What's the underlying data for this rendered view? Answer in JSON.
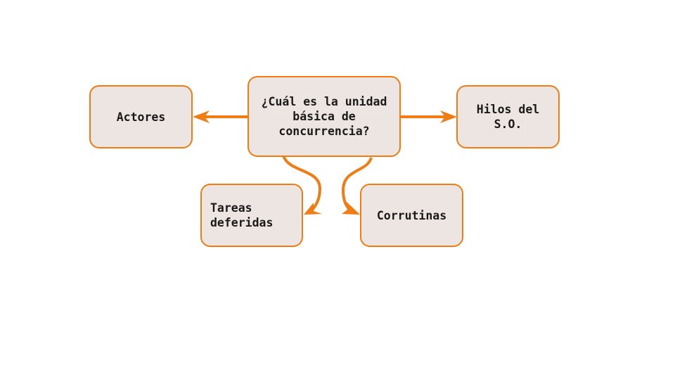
{
  "nodes": {
    "center": "¿Cuál es la unidad básica de concurrencia?",
    "actores": "Actores",
    "hilos": "Hilos del S.O.",
    "tareas": "Tareas deferidas",
    "corrutinas": "Corrutinas"
  },
  "colors": {
    "accent": "#f07c13",
    "fill": "#ede5e1"
  }
}
